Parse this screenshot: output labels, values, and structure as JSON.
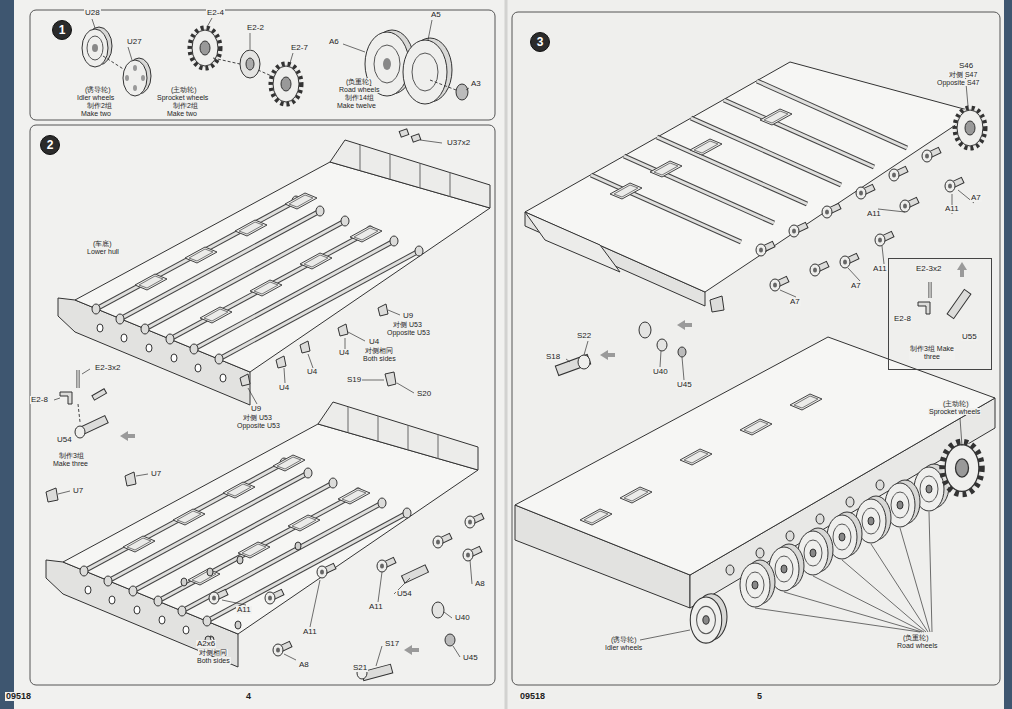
{
  "diagram": {
    "nodes": [
      {
        "text": [
          "1"
        ]
      },
      {
        "text": [
          "2"
        ]
      },
      {
        "text": [
          "3"
        ]
      },
      {
        "text": [
          "E2-3x2",
          "E2-8",
          "U55",
          "制作3组 Make three"
        ]
      }
    ],
    "labels": [
      "U28",
      "U27",
      "(诱导轮)",
      "Idler wheels",
      "制作2组",
      "Make two",
      "E2-4",
      "E2-2",
      "(主动轮)",
      "Sprocket wheels",
      "制作2组",
      "Make two",
      "E2-7",
      "A6",
      "(负重轮)",
      "Road wheels",
      "制作14组",
      "Make twelve",
      "A5",
      "A3",
      "U37x2",
      "(车底)",
      "Lower hull",
      "U9",
      "对侧 U53",
      "Opposite U53",
      "U4",
      "对侧相同",
      "Both sides",
      "U4",
      "U4",
      "U4",
      "U9",
      "对侧 U53",
      "Opposite U53",
      "S19",
      "S20",
      "E2-3x2",
      "E2-8",
      "U54",
      "制作3组",
      "Make three",
      "U7",
      "U7",
      "A8",
      "U54",
      "A11",
      "A11",
      "A11",
      "A2x6",
      "对侧相同",
      "Both sides",
      "A8",
      "S21",
      "S17",
      "U40",
      "U45",
      "09518",
      "4",
      "S46",
      "对侧 S47",
      "Opposite S47",
      "A11",
      "A7",
      "A11",
      "A11",
      "A7",
      "A7",
      "S22",
      "S18",
      "U40",
      "U45",
      "(主动轮)",
      "Sprocket wheels",
      "(诱导轮)",
      "Idler wheels",
      "(负重轮)",
      "Road wheels",
      "09518",
      "5"
    ]
  }
}
